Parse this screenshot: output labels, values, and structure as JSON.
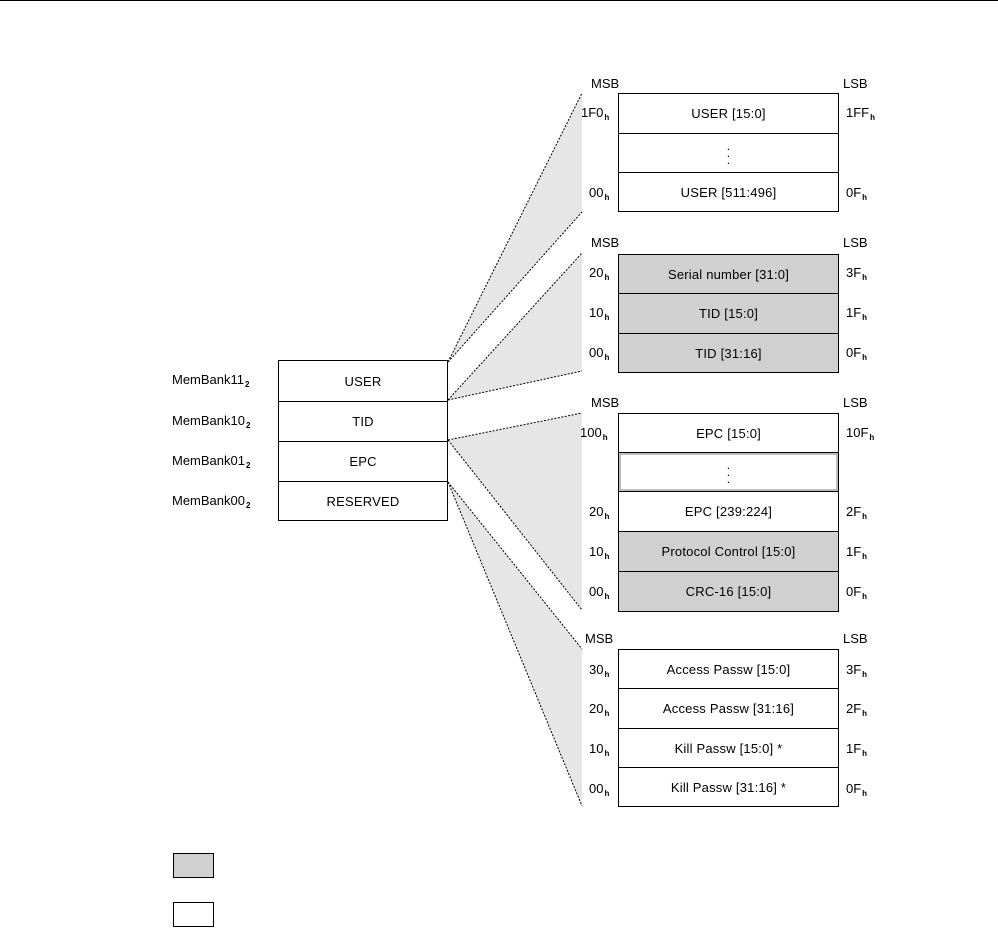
{
  "colors": {
    "protected_fill": "#d0d0d0",
    "open_fill": "#ffffff",
    "fan_fill": "#e6e6e6",
    "line": "#000000"
  },
  "mem_banks": [
    {
      "bank_label": "MemBank11",
      "bank_sub": "2",
      "name": "USER"
    },
    {
      "bank_label": "MemBank10",
      "bank_sub": "2",
      "name": "TID"
    },
    {
      "bank_label": "MemBank01",
      "bank_sub": "2",
      "name": "EPC"
    },
    {
      "bank_label": "MemBank00",
      "bank_sub": "2",
      "name": "RESERVED"
    }
  ],
  "groups": [
    {
      "msb": "MSB",
      "lsb": "LSB",
      "rows": [
        {
          "left": "1F0",
          "left_sub": "h",
          "text": "USER [15:0]",
          "right": "1FF",
          "right_sub": "h",
          "shaded": false
        },
        {
          "left": "",
          "left_sub": "",
          "text": "",
          "right": "",
          "right_sub": "",
          "shaded": false,
          "ellipsis": true
        },
        {
          "left": "00",
          "left_sub": "h",
          "text": "USER [511:496]",
          "right": "0F",
          "right_sub": "h",
          "shaded": false
        }
      ]
    },
    {
      "msb": "MSB",
      "lsb": "LSB",
      "rows": [
        {
          "left": "20",
          "left_sub": "h",
          "text": "Serial number [31:0]",
          "right": "3F",
          "right_sub": "h",
          "shaded": true
        },
        {
          "left": "10",
          "left_sub": "h",
          "text": "TID [15:0]",
          "right": "1F",
          "right_sub": "h",
          "shaded": true
        },
        {
          "left": "00",
          "left_sub": "h",
          "text": "TID [31:16]",
          "right": "0F",
          "right_sub": "h",
          "shaded": true
        }
      ]
    },
    {
      "msb": "MSB",
      "lsb": "LSB",
      "rows": [
        {
          "left": "100",
          "left_sub": "h",
          "text": "EPC [15:0]",
          "right": "10F",
          "right_sub": "h",
          "shaded": false
        },
        {
          "left": "",
          "left_sub": "",
          "text": "",
          "right": "",
          "right_sub": "",
          "shaded": false,
          "ellipsis": true
        },
        {
          "left": "20",
          "left_sub": "h",
          "text": "EPC [239:224]",
          "right": "2F",
          "right_sub": "h",
          "shaded": false
        },
        {
          "left": "10",
          "left_sub": "h",
          "text": "Protocol Control [15:0]",
          "right": "1F",
          "right_sub": "h",
          "shaded": true
        },
        {
          "left": "00",
          "left_sub": "h",
          "text": "CRC-16 [15:0]",
          "right": "0F",
          "right_sub": "h",
          "shaded": true
        }
      ]
    },
    {
      "msb": "MSB",
      "lsb": "LSB",
      "rows": [
        {
          "left": "30",
          "left_sub": "h",
          "text": "Access Passw [15:0]",
          "right": "3F",
          "right_sub": "h",
          "shaded": false
        },
        {
          "left": "20",
          "left_sub": "h",
          "text": "Access Passw [31:16]",
          "right": "2F",
          "right_sub": "h",
          "shaded": false
        },
        {
          "left": "10",
          "left_sub": "h",
          "text": "Kill Passw [15:0] *",
          "right": "1F",
          "right_sub": "h",
          "shaded": false
        },
        {
          "left": "00",
          "left_sub": "h",
          "text": "Kill Passw [31:16] *",
          "right": "0F",
          "right_sub": "h",
          "shaded": false
        }
      ]
    }
  ]
}
